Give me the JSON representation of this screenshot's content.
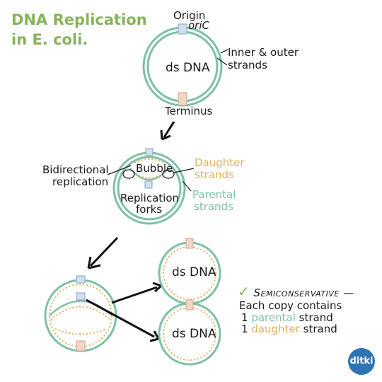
{
  "title": {
    "line1": "DNA Replication",
    "line2": "in E. coli."
  },
  "labels": {
    "origin": "Origin",
    "oric": "oriC",
    "inner_outer_1": "Inner & outer",
    "inner_outer_2": "strands",
    "ds_dna": "ds DNA",
    "terminus": "Terminus",
    "bidirectional_1": "Bidirectional",
    "bidirectional_2": "replication",
    "bubble": "Bubble",
    "daughter_1": "Daughter",
    "daughter_2": "strands",
    "fork_1": "Replication",
    "fork_2": "forks",
    "parental_1": "Parental",
    "parental_2": "strands",
    "ds_dna_top": "ds DNA",
    "ds_dna_bottom": "ds DNA",
    "check": "✓",
    "semi": "Semiconservative —",
    "copy_1": "Each copy contains",
    "copy_2_num": "1",
    "copy_2_word": "parental",
    "copy_2_end": "strand",
    "copy_3_num": "1",
    "copy_3_word": "daughter",
    "copy_3_end": "strand"
  },
  "logo": "ditki",
  "colors": {
    "title": "#86b35a",
    "parental": "#7ec0a6",
    "daughter": "#e0b25b",
    "origin_box": "#cfe0f2",
    "terminus_box": "#f3d6c6",
    "check": "#86b35a"
  }
}
